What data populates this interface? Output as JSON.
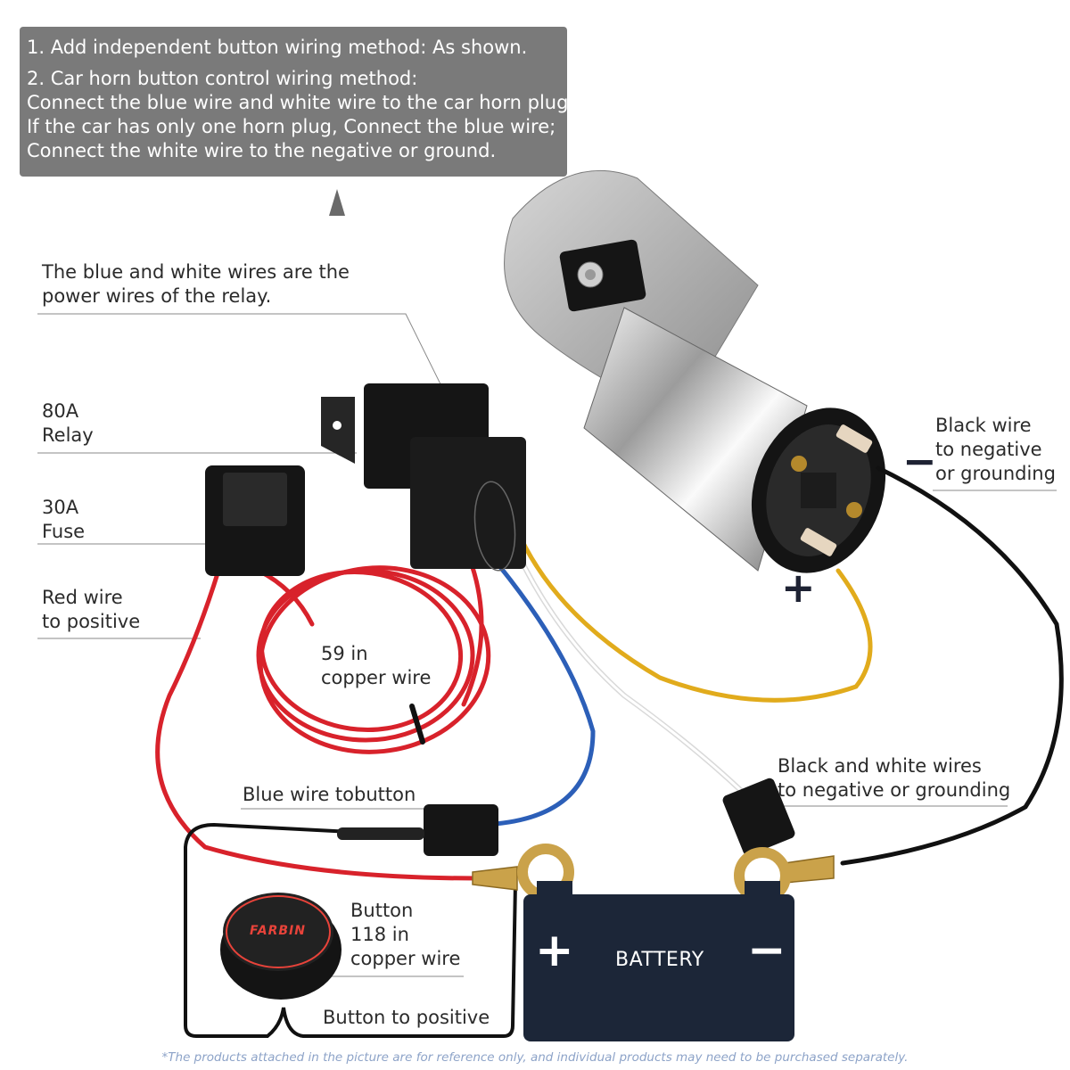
{
  "instructions": {
    "line1": "1.  Add independent button wiring method: As shown.",
    "line2": "2.  Car horn button control wiring method:",
    "line3": "Connect the blue wire and white wire to the car horn plug.",
    "line4": "If the car has only one horn plug, Connect the blue wire;",
    "line5": "Connect the white wire to the negative or ground."
  },
  "labels": {
    "relay_power_1": "The blue and white wires are the",
    "relay_power_2": "power wires of the relay.",
    "relay_1": "80A",
    "relay_2": "Relay",
    "fuse_1": "30A",
    "fuse_2": "Fuse",
    "red_wire_1": "Red wire",
    "red_wire_2": "to positive",
    "copper_59_1": "59 in",
    "copper_59_2": "copper wire",
    "blue_button": "Blue wire tobutton",
    "black_white_1": "Black and white wires",
    "black_white_2": "to negative or grounding",
    "black_wire_1": "Black wire",
    "black_wire_2": "to negative",
    "black_wire_3": "or grounding",
    "button_1": "Button",
    "button_2": "118 in",
    "button_3": "copper wire",
    "button_positive": "Button to positive",
    "horn_plus": "+",
    "horn_minus": "−",
    "battery": "BATTERY",
    "battery_plus": "+",
    "battery_minus": "−",
    "brand": "FARBIN"
  },
  "footnote": "*The products attached in the picture are for reference only, and individual products may need to be purchased separately.",
  "colors": {
    "red_wire": "#d8222b",
    "blue_wire": "#2c5fb8",
    "yellow_wire": "#e1ab1c",
    "black_wire": "#111111",
    "battery": "#1c2638",
    "note_bg": "#7a7a7a"
  }
}
